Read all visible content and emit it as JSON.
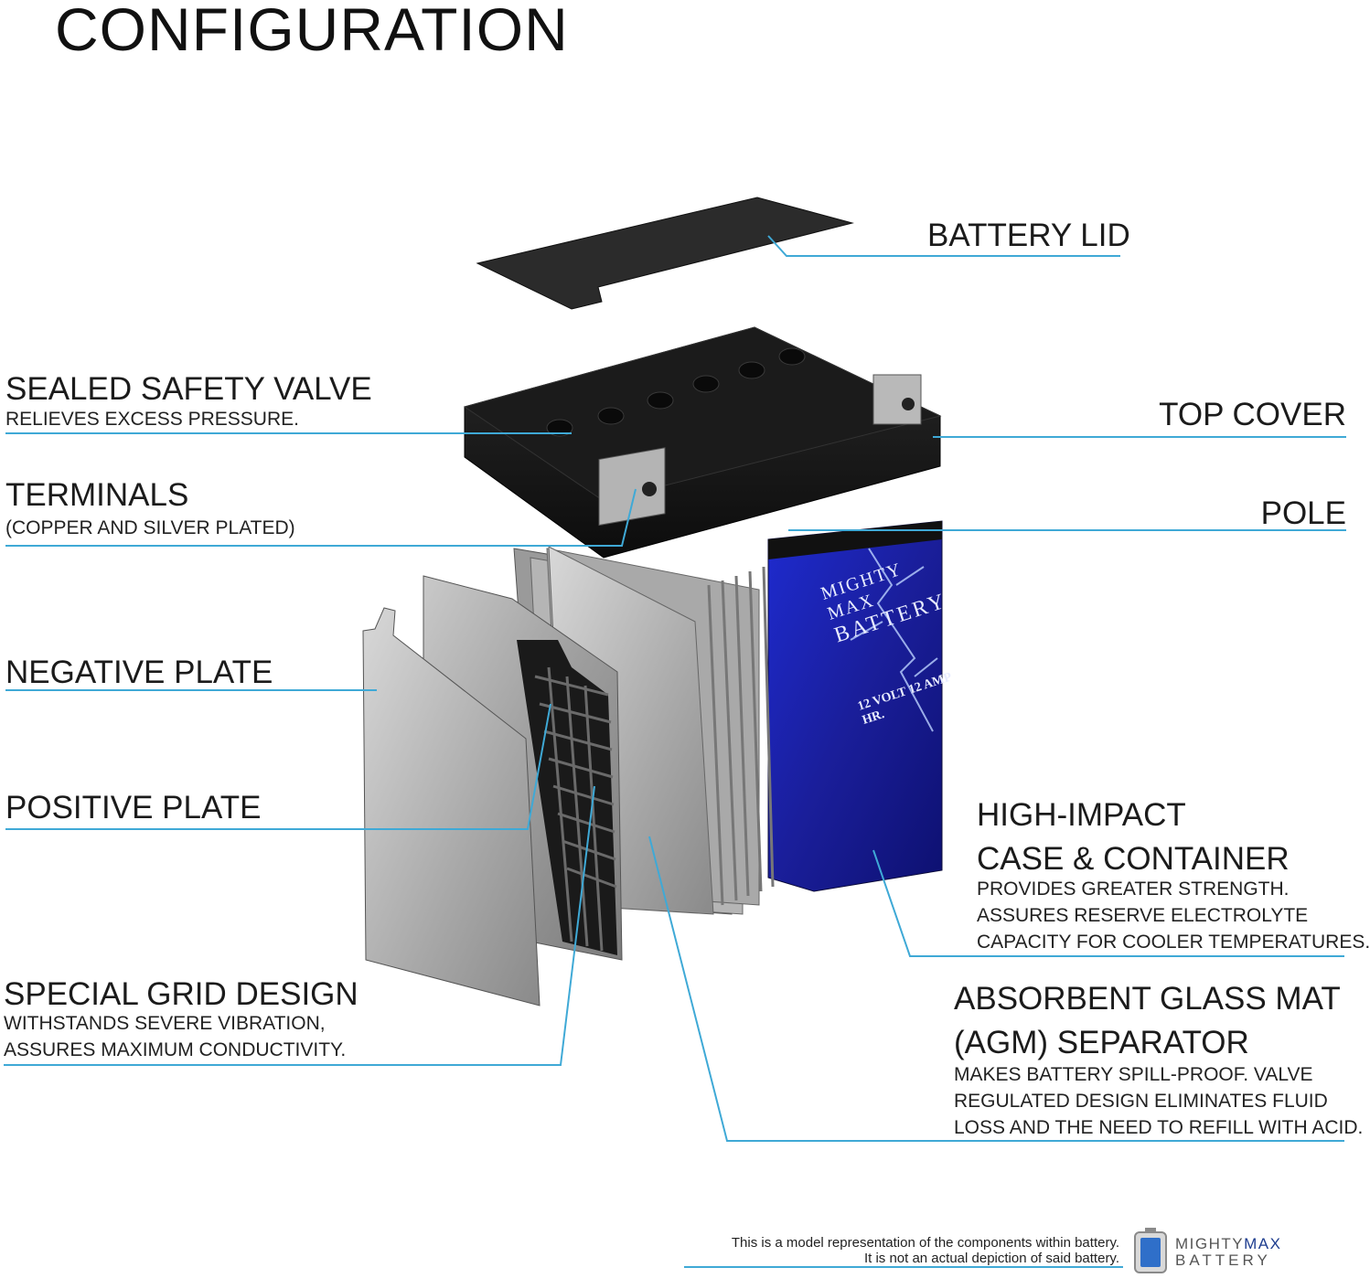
{
  "title": "CONFIGURATION",
  "labels": {
    "battery_lid": "BATTERY LID",
    "sealed_valve": "SEALED SAFETY VALVE",
    "sealed_valve_sub": "RELIEVES EXCESS PRESSURE.",
    "top_cover": "TOP COVER",
    "terminals": "TERMINALS",
    "terminals_sub": "(COPPER AND SILVER PLATED)",
    "pole": "POLE",
    "negative_plate": "NEGATIVE PLATE",
    "positive_plate": "POSITIVE PLATE",
    "case_line1": "HIGH-IMPACT",
    "case_line2": "CASE & CONTAINER",
    "case_sub1": "PROVIDES GREATER STRENGTH.",
    "case_sub2": "ASSURES RESERVE ELECTROLYTE",
    "case_sub3": "CAPACITY FOR COOLER TEMPERATURES.",
    "grid": "SPECIAL GRID DESIGN",
    "grid_sub1": "WITHSTANDS SEVERE VIBRATION,",
    "grid_sub2": "ASSURES MAXIMUM CONDUCTIVITY.",
    "agm_line1": "ABSORBENT GLASS MAT",
    "agm_line2": "(AGM) SEPARATOR",
    "agm_sub1": "MAKES BATTERY SPILL-PROOF. VALVE",
    "agm_sub2": "REGULATED DESIGN ELIMINATES FLUID",
    "agm_sub3": "LOSS AND THE NEED TO REFILL WITH ACID."
  },
  "battery_label": {
    "brand1": "MIGHTY MAX",
    "brand2": "BATTERY",
    "spec": "12 VOLT 12 AMP HR."
  },
  "footer": {
    "line1": "This is a model representation of the components within battery.",
    "line2": "It is not an actual depiction of said battery.",
    "logo_word1a": "MIGHTY",
    "logo_word1b": "MAX",
    "logo_word2": "BATTERY"
  },
  "colors": {
    "leader": "#3fa9d6",
    "case_blue": "#1f2fb0",
    "dark": "#141414"
  }
}
